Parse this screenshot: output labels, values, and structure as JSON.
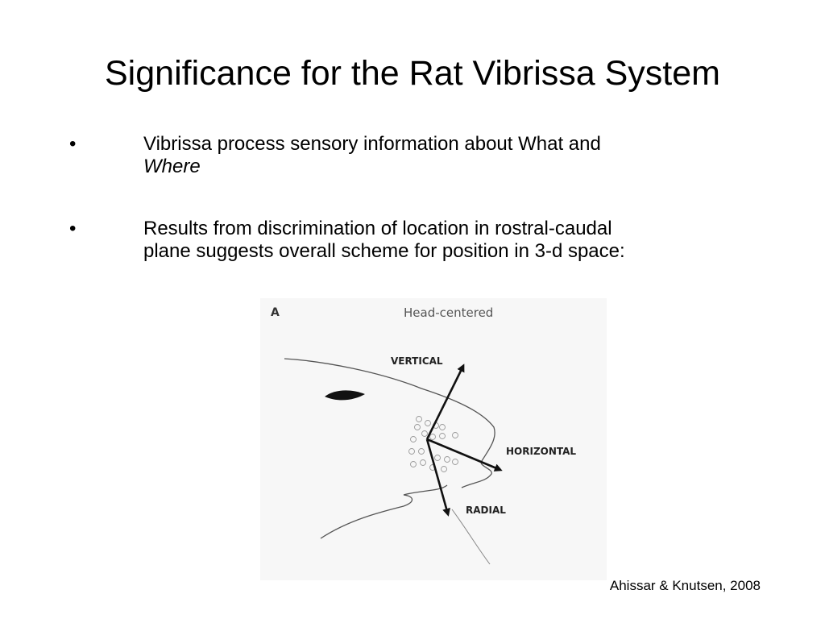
{
  "slide": {
    "title": "Significance for the Rat Vibrissa System",
    "bullets": [
      {
        "marker": "•",
        "line1": "Vibrissa process sensory information about What and",
        "line2": "Where"
      },
      {
        "marker": "•",
        "line1": "Results from discrimination of location in rostral-caudal",
        "line2": "plane suggests overall scheme for position in 3-d space:"
      }
    ],
    "citation": "Ahissar & Knutsen, 2008"
  },
  "figure": {
    "panel_letter": "A",
    "panel_title": "Head-centered",
    "axis_labels": {
      "vertical": "VERTICAL",
      "horizontal": "HORIZONTAL",
      "radial": "RADIAL"
    }
  }
}
